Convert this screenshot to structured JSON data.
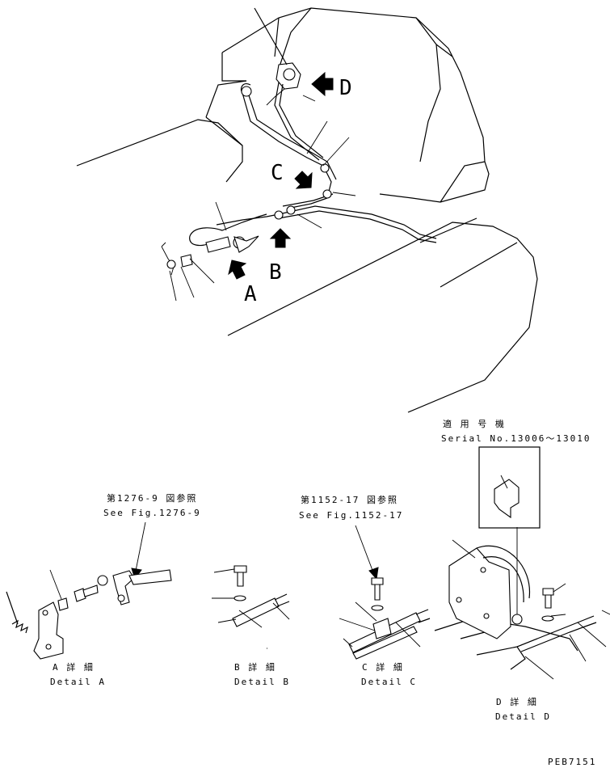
{
  "views": {
    "A": "A",
    "B": "B",
    "C": "C",
    "D": "D"
  },
  "details": {
    "a": {
      "jp": "A 詳 細",
      "en": "Detail A"
    },
    "b": {
      "jp": "B 詳 細",
      "en": "Detail B"
    },
    "c": {
      "jp": "C 詳 細",
      "en": "Detail C"
    },
    "d": {
      "jp": "D 詳 細",
      "en": "Detail D"
    }
  },
  "references": {
    "fig_1276": {
      "jp": "第1276-9 図参照",
      "en": "See Fig.1276-9"
    },
    "fig_1152": {
      "jp": "第1152-17 図参照",
      "en": "See Fig.1152-17"
    }
  },
  "serial_note": {
    "jp": "適 用 号 機",
    "en": "Serial No.13006～13010"
  },
  "drawing_code": "PEB7151"
}
